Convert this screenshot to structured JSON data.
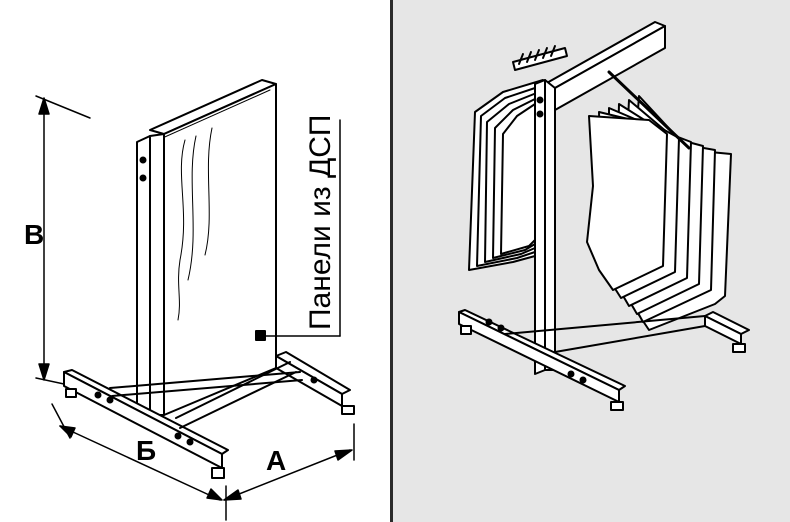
{
  "labels": {
    "dim_a": "А",
    "dim_b": "Б",
    "dim_v": "В",
    "panel_caption": "Панели из ДСП"
  },
  "colors": {
    "line": "#000000",
    "right_background": "#e6e6e6",
    "divider": "#2b2b2b"
  }
}
